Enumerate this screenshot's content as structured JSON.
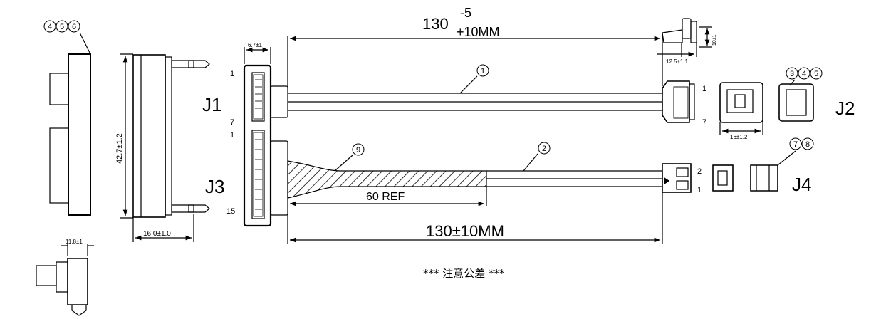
{
  "drawing": {
    "connector_labels": {
      "j1": "J1",
      "j2": "J2",
      "j3": "J3",
      "j4": "J4"
    },
    "dimensions": {
      "top_length_nominal": "130",
      "top_length_minus": "-5",
      "top_length_plus": "+10MM",
      "bottom_length": "130±10MM",
      "ref_length": "60 REF",
      "body_height": "42.7±1.2",
      "body_depth": "16.0±1.0",
      "body_width": "6.7±1",
      "angle_width": "11.8±1",
      "top_right_width": "12.5±1.1",
      "top_right_height": "10±1",
      "j2_width": "16±1.2"
    },
    "pin_labels": {
      "j1_first": "1",
      "j1_last": "7",
      "j3_first": "1",
      "j3_last": "15",
      "j2_first": "1",
      "j2_last": "7",
      "j4_first": "2",
      "j4_last": "1"
    },
    "balloons": {
      "group_left": [
        "4",
        "5",
        "6"
      ],
      "group_j2": [
        "3",
        "4",
        "5"
      ],
      "group_j4": [
        "7",
        "8"
      ],
      "cable_top": "1",
      "cable_bottom": "2",
      "sleeve": "9"
    },
    "note": "*** 注意公差 ***"
  }
}
